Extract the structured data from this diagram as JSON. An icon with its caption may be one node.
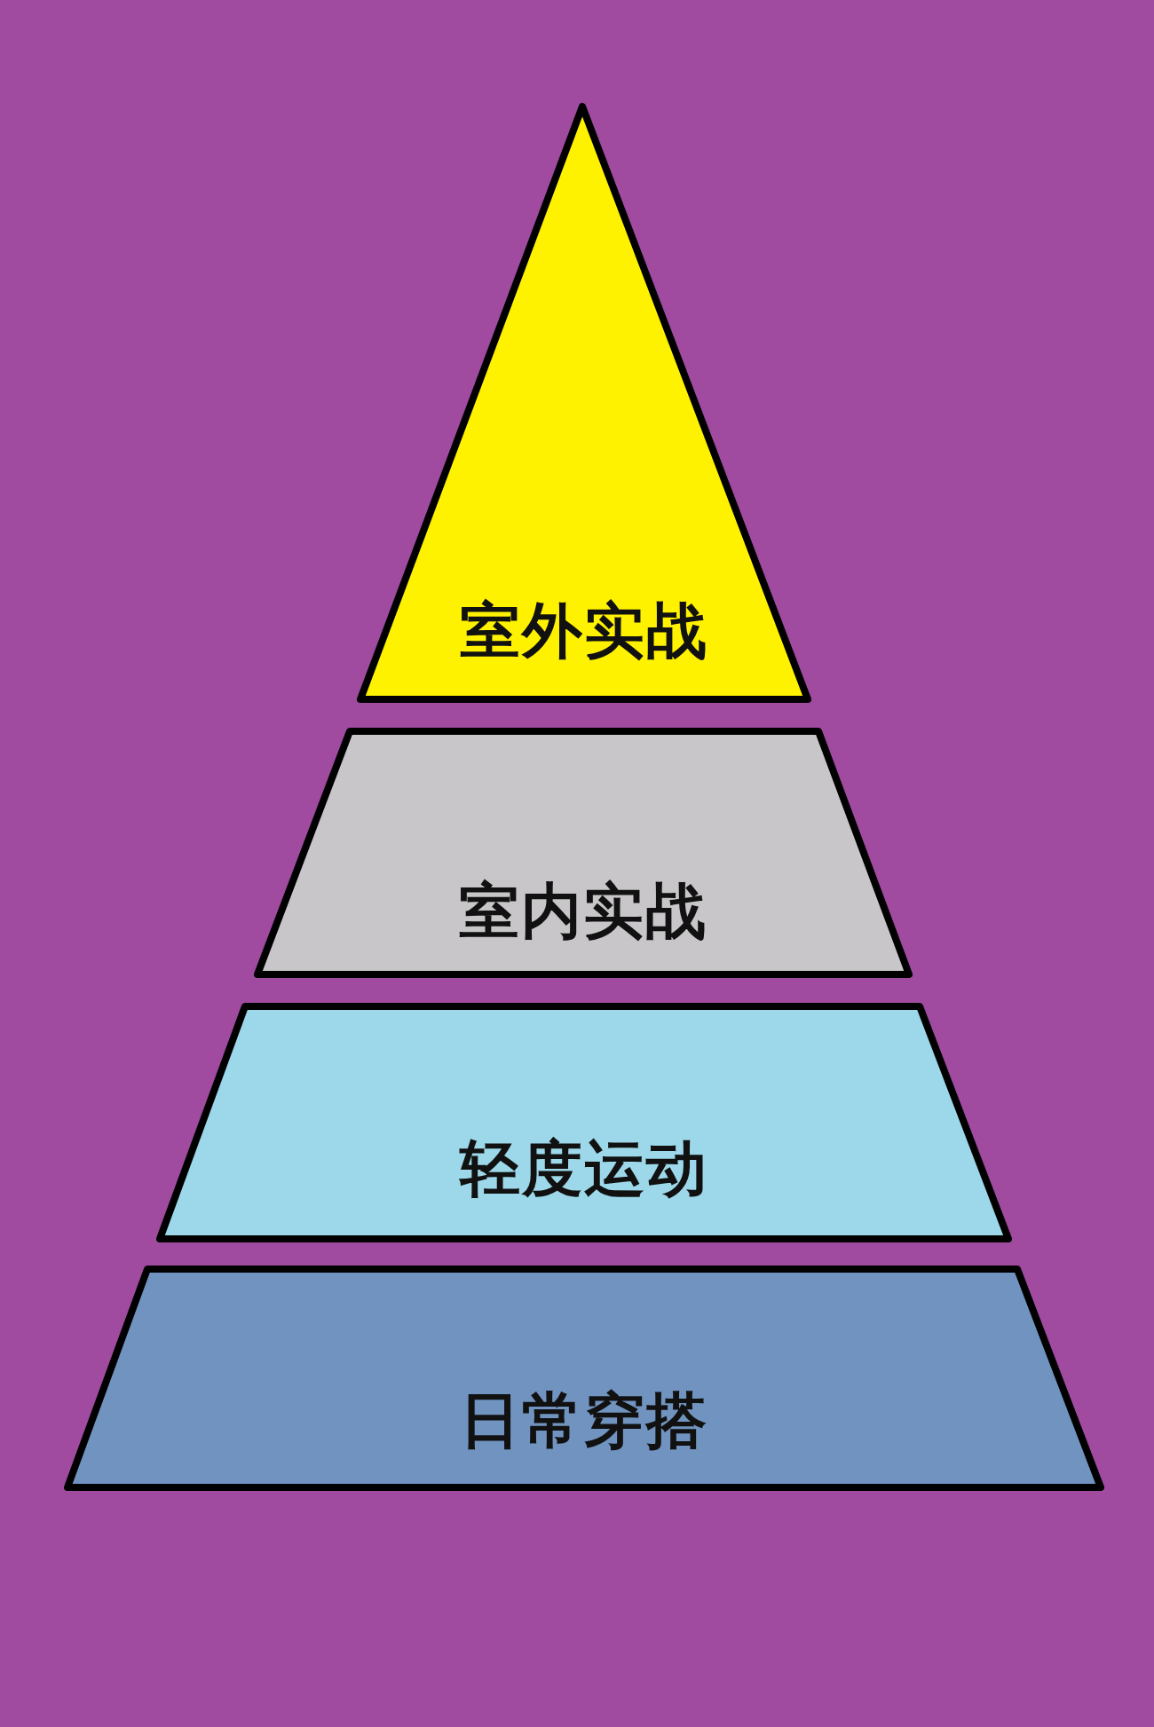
{
  "diagram": {
    "nodes": [
      {
        "text": [
          "室外实战"
        ]
      },
      {
        "text": [
          "室内实战"
        ]
      },
      {
        "text": [
          "轻度运动"
        ]
      },
      {
        "text": [
          "日常穿搭"
        ]
      }
    ]
  }
}
